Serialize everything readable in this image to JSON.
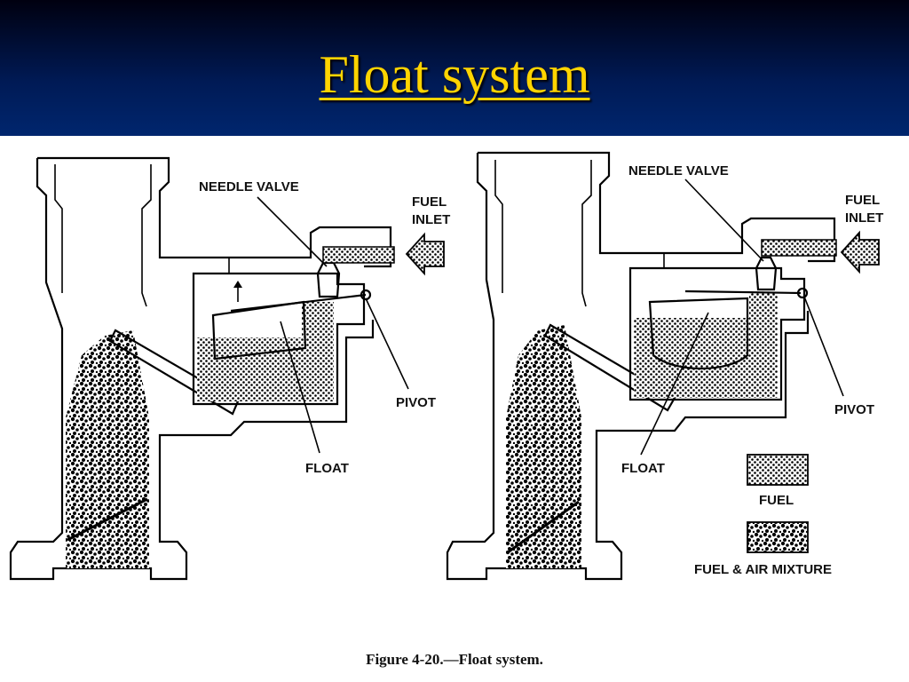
{
  "slide": {
    "title": "Float system",
    "caption": "Figure 4-20.—Float system."
  },
  "diagram_left": {
    "labels": {
      "needle_valve": "NEEDLE  VALVE",
      "fuel_inlet_1": "FUEL",
      "fuel_inlet_2": "INLET",
      "pivot": "PIVOT",
      "float": "FLOAT"
    }
  },
  "diagram_right": {
    "labels": {
      "needle_valve": "NEEDLE  VALVE",
      "fuel_inlet_1": "FUEL",
      "fuel_inlet_2": "INLET",
      "pivot": "PIVOT",
      "float": "FLOAT"
    }
  },
  "legend": {
    "items": [
      {
        "label": "FUEL",
        "pattern": "fine-dots"
      },
      {
        "label": "FUEL  &  AIR  MIXTURE",
        "pattern": "coarse-dots"
      }
    ]
  },
  "colors": {
    "title": "#ffd400",
    "header_bg": "#001a55"
  }
}
